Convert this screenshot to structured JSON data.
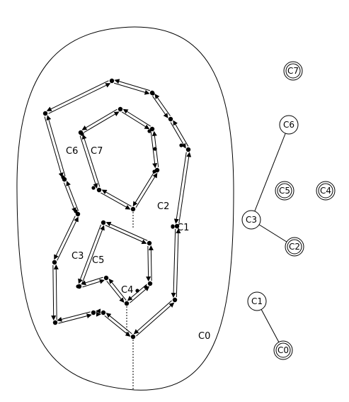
{
  "region_labels": {
    "c0": "C0",
    "c1": "C1",
    "c2": "C2",
    "c3": "C3",
    "c4": "C4",
    "c5": "C5",
    "c6": "C6",
    "c7": "C7"
  },
  "tree": {
    "nodes": [
      {
        "id": "C7",
        "label": "C7",
        "double": true
      },
      {
        "id": "C6",
        "label": "C6",
        "double": false
      },
      {
        "id": "C5",
        "label": "C5",
        "double": true
      },
      {
        "id": "C4",
        "label": "C4",
        "double": true
      },
      {
        "id": "C3",
        "label": "C3",
        "double": false
      },
      {
        "id": "C2",
        "label": "C2",
        "double": true
      },
      {
        "id": "C1",
        "label": "C1",
        "double": false
      },
      {
        "id": "C0",
        "label": "C0",
        "double": true
      }
    ],
    "edges": [
      {
        "from": "C6",
        "to": "C3"
      },
      {
        "from": "C3",
        "to": "C2"
      },
      {
        "from": "C1",
        "to": "C0"
      }
    ]
  }
}
